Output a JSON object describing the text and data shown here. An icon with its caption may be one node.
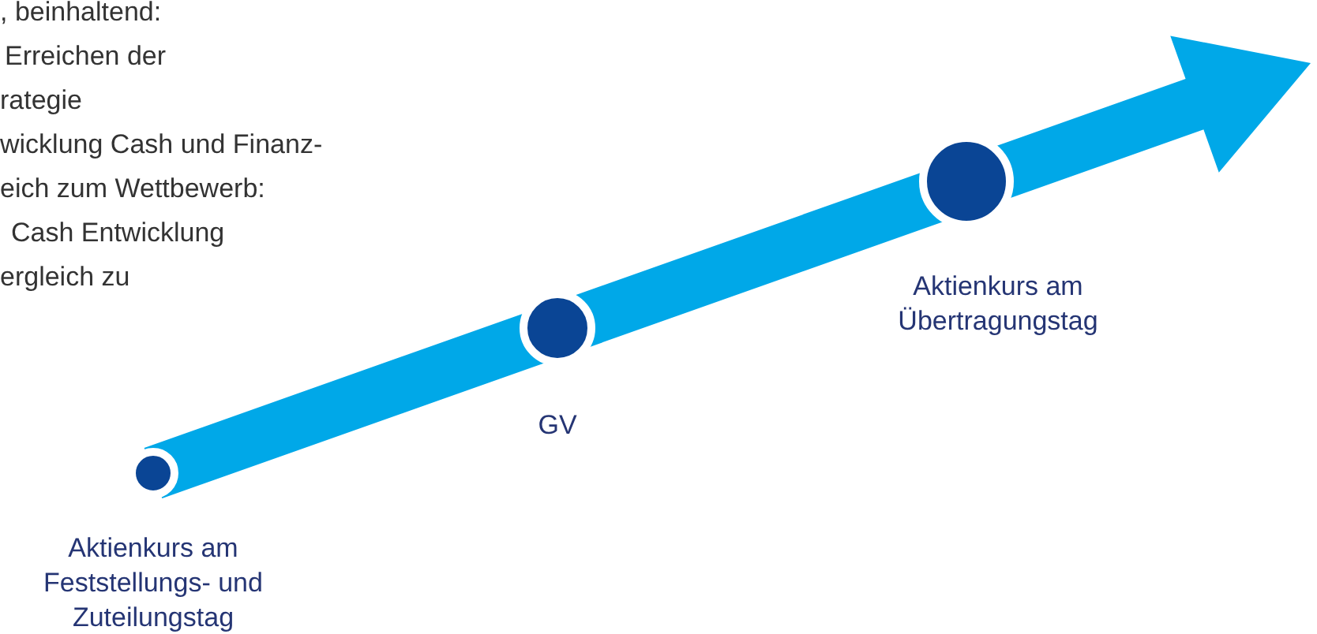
{
  "diagram": {
    "nodes": [
      {
        "text": [
          "Aktienkurs am Feststellungs- und Zuteilungstag"
        ]
      },
      {
        "text": [
          "GV"
        ]
      },
      {
        "text": [
          "Aktienkurs am Übertragungstag"
        ]
      }
    ],
    "labels": [
      ", beinhaltend:",
      "Erreichen der",
      "rategie",
      "wicklung Cash und Finanz-",
      "eich zum Wettbewerb:",
      "Cash Entwicklung",
      "ergleich zu"
    ]
  }
}
